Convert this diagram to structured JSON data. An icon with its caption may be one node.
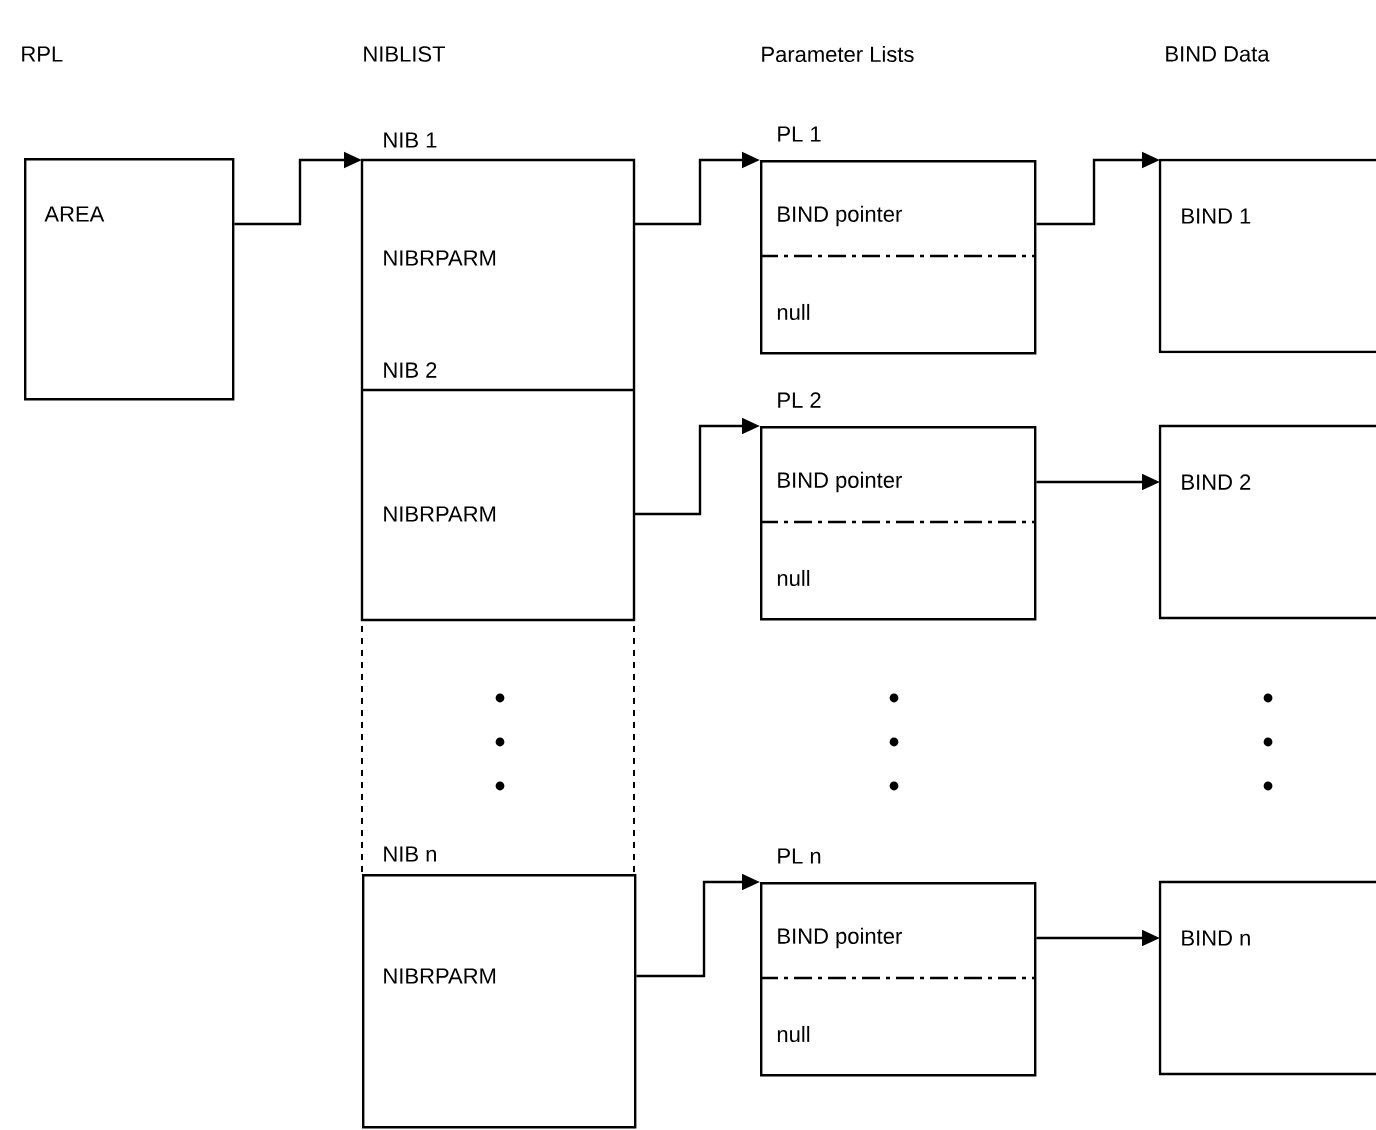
{
  "diagram": {
    "nodes": [
      {
        "text": [
          "AREA"
        ]
      },
      {
        "text": [
          "NIB 1",
          "NIBRPARM"
        ]
      },
      {
        "text": [
          "NIB 2",
          "NIBRPARM"
        ]
      },
      {
        "text": [
          "NIB n",
          "NIBRPARM"
        ]
      },
      {
        "text": [
          "PL 1",
          "BIND pointer",
          "null"
        ]
      },
      {
        "text": [
          "PL 2",
          "BIND pointer",
          "null"
        ]
      },
      {
        "text": [
          "PL n",
          "BIND pointer",
          "null"
        ]
      },
      {
        "text": [
          "BIND 1"
        ]
      },
      {
        "text": [
          "BIND 2"
        ]
      },
      {
        "text": [
          "BIND n"
        ]
      }
    ],
    "edges": [
      {
        "from": 0,
        "to": 1,
        "arrow": "to"
      },
      {
        "from": 1,
        "to": 4,
        "arrow": "to"
      },
      {
        "from": 2,
        "to": 5,
        "arrow": "to"
      },
      {
        "from": 3,
        "to": 6,
        "arrow": "to"
      },
      {
        "from": 4,
        "to": 7,
        "arrow": "to"
      },
      {
        "from": 5,
        "to": 8,
        "arrow": "to"
      },
      {
        "from": 6,
        "to": 9,
        "arrow": "to"
      }
    ],
    "labels": [
      "RPL",
      "NIBLIST",
      "Parameter Lists",
      "BIND Data"
    ]
  }
}
